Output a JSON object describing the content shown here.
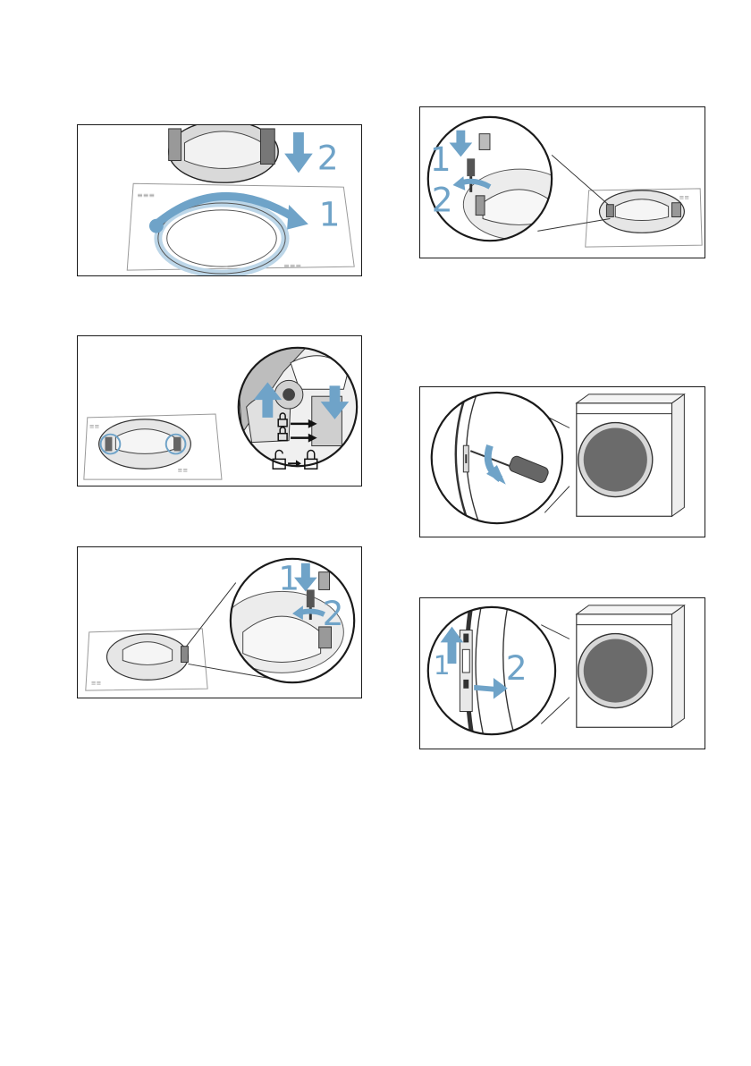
{
  "figures": [
    {
      "id": "fig-ring-1",
      "steps": [
        "1",
        "2"
      ]
    },
    {
      "id": "fig-lock-2",
      "steps": []
    },
    {
      "id": "fig-hinge-3",
      "steps": [
        "1",
        "2"
      ]
    },
    {
      "id": "fig-hinge-4",
      "steps": [
        "1",
        "2"
      ]
    },
    {
      "id": "fig-screwdriver-5",
      "steps": []
    },
    {
      "id": "fig-hinge-6",
      "steps": [
        "1",
        "2"
      ]
    }
  ],
  "colors": {
    "accent": "#6fa3c8",
    "line": "#1a1a1a",
    "gray": "#555555",
    "fill": "#e8e8e8"
  }
}
